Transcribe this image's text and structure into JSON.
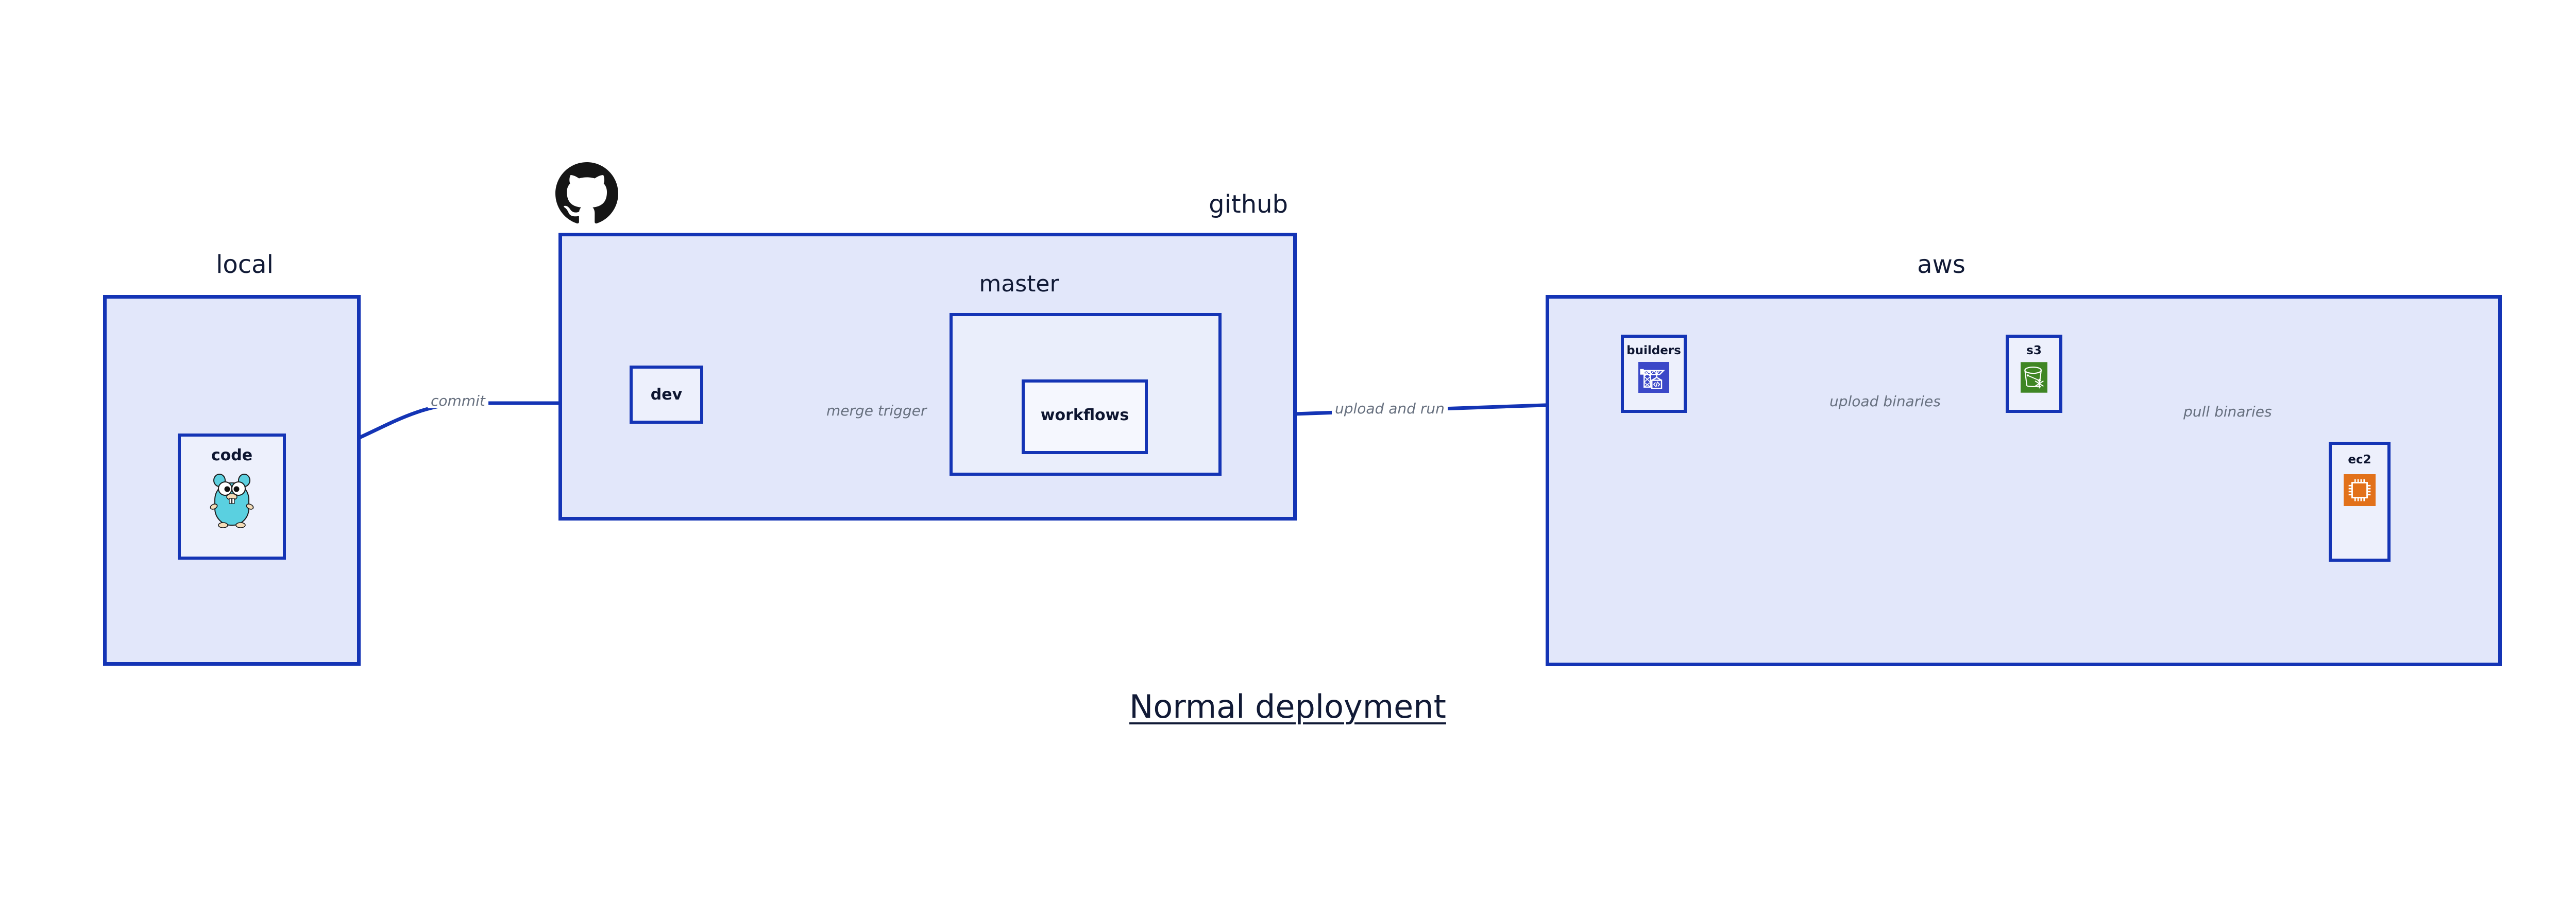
{
  "diagram": {
    "title": "Normal deployment",
    "type": "architecture-flow",
    "background_color": "#ffffff",
    "accent_color": "#1434b5",
    "group_fill": "#e2e7fa",
    "inner_group_fill": "#eaeefb",
    "node_fill": "#edf0fc",
    "label_color": "#67707f",
    "text_color": "#111a36"
  },
  "groups": [
    {
      "id": "local",
      "label": "local",
      "label_align": "center"
    },
    {
      "id": "github",
      "label": "github",
      "label_align": "right"
    },
    {
      "id": "master",
      "label": "master",
      "label_align": "center"
    },
    {
      "id": "aws",
      "label": "aws",
      "label_align": "center"
    }
  ],
  "nodes": [
    {
      "id": "code",
      "label": "code",
      "icon": "go-gopher-icon",
      "group": "local"
    },
    {
      "id": "dev",
      "label": "dev",
      "icon": null,
      "group": "github"
    },
    {
      "id": "workflows",
      "label": "workflows",
      "icon": null,
      "group": "master"
    },
    {
      "id": "builders",
      "label": "builders",
      "icon": "aws-codebuild-icon",
      "group": "aws",
      "icon_color": "#3b48c8"
    },
    {
      "id": "s3",
      "label": "s3",
      "icon": "aws-s3-glacier-icon",
      "group": "aws",
      "icon_color": "#3f8624"
    },
    {
      "id": "ec2",
      "label": "ec2",
      "icon": "aws-ec2-chip-icon",
      "group": "aws",
      "icon_color": "#e2711a"
    }
  ],
  "edges": [
    {
      "id": "commit",
      "from": "code",
      "to": "dev",
      "label": "commit",
      "style": "curved"
    },
    {
      "id": "merge-trigger",
      "from": "dev",
      "to": "workflows",
      "label": "merge trigger",
      "style": "straight"
    },
    {
      "id": "upload-and-run",
      "from": "workflows",
      "to": "builders",
      "label": "upload and run",
      "style": "straight"
    },
    {
      "id": "upload-binaries",
      "from": "builders",
      "to": "s3",
      "label": "upload binaries",
      "style": "straight"
    },
    {
      "id": "pull-binaries",
      "from": "s3",
      "to": "ec2",
      "label": "pull binaries",
      "style": "curved"
    }
  ],
  "brand_marks": [
    {
      "id": "github-octocat",
      "name": "github-logo-icon",
      "color": "#161616"
    }
  ]
}
